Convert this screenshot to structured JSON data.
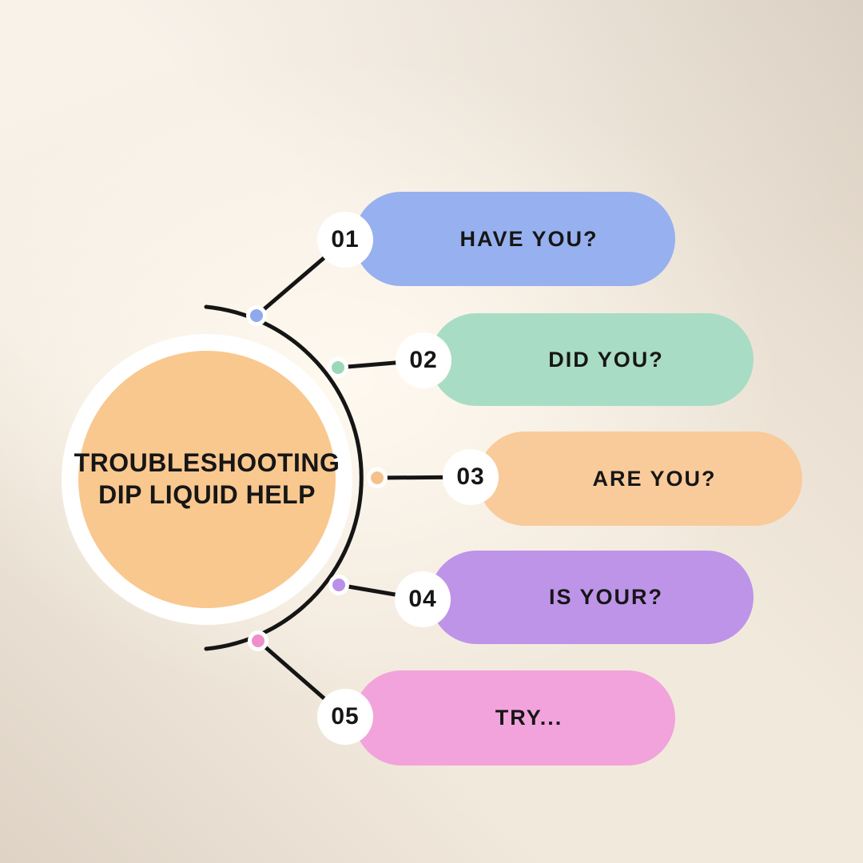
{
  "title": {
    "line1": "TROUBLESHOOTING",
    "line2": "DIP LIQUID HELP"
  },
  "items": [
    {
      "number": "01",
      "label": "HAVE YOU?",
      "pill_color": "#97B0EF",
      "dot_color": "#8FA9EC"
    },
    {
      "number": "02",
      "label": "DID YOU?",
      "pill_color": "#A9DCC4",
      "dot_color": "#9BD8B8"
    },
    {
      "number": "03",
      "label": "ARE YOU?",
      "pill_color": "#F9CB9A",
      "dot_color": "#F5C28A"
    },
    {
      "number": "04",
      "label": "IS YOUR?",
      "pill_color": "#BE94E9",
      "dot_color": "#BA8FE9"
    },
    {
      "number": "05",
      "label": "TRY...",
      "pill_color": "#F2A3DB",
      "dot_color": "#EE8FCB"
    }
  ],
  "colors": {
    "background": "#F2E9DD",
    "center_circle": "#F9C88F",
    "number_circle": "#FFFFFF",
    "line": "#151515",
    "text": "#161616"
  }
}
